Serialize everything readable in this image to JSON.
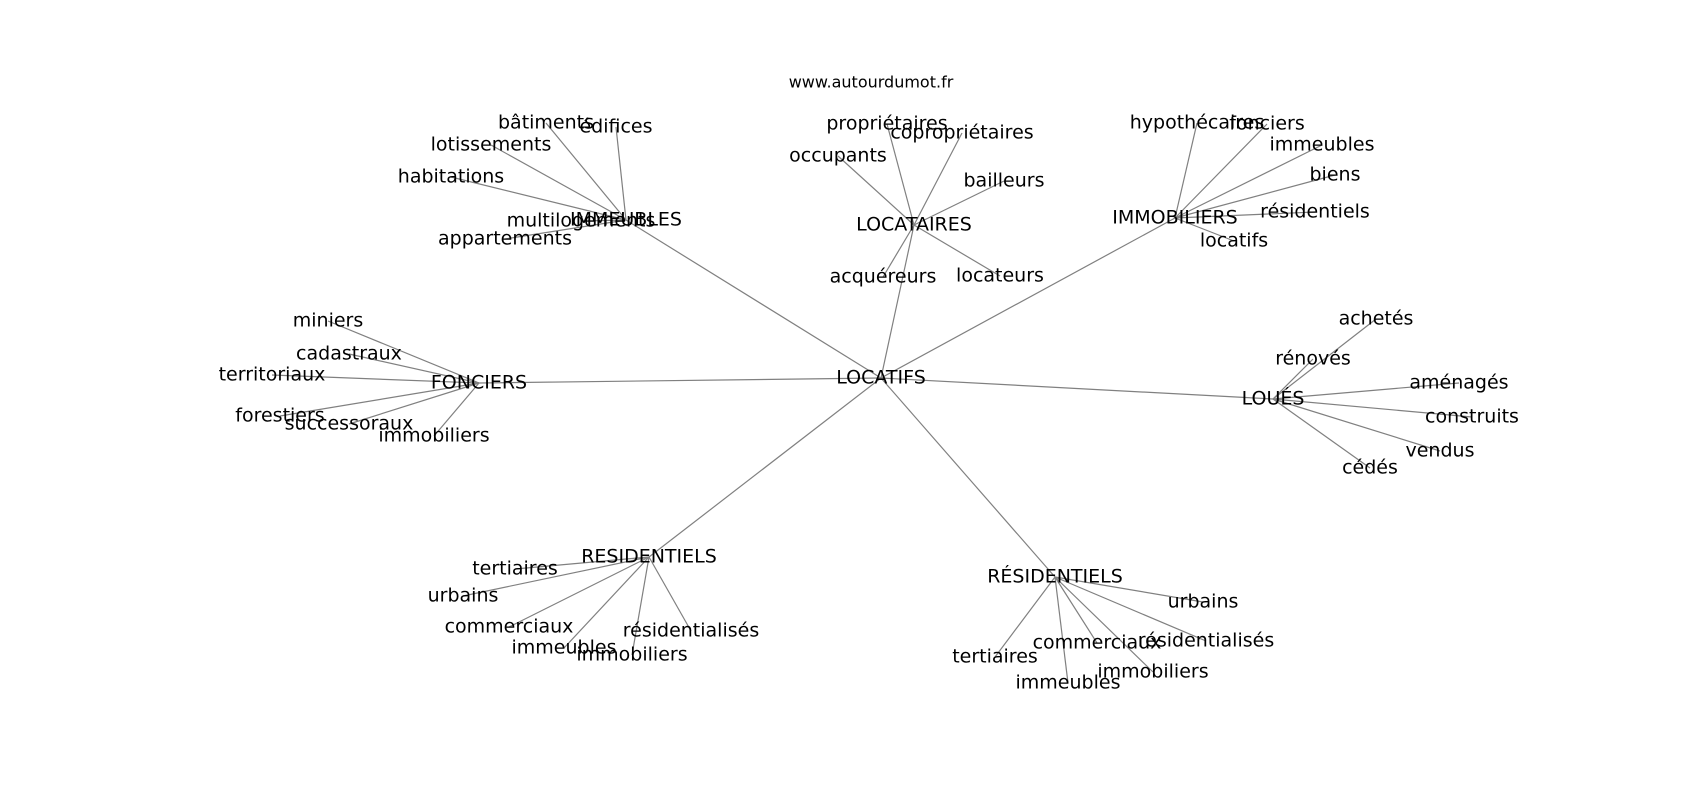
{
  "source": "www.autourdumot.fr",
  "graph": {
    "root": "LOCATIFS",
    "branches": [
      {
        "label": "IMMEUBLES",
        "children": [
          "bâtiments",
          "édifices",
          "lotissements",
          "habitations",
          "multilogements",
          "appartements"
        ]
      },
      {
        "label": "LOCATAIRES",
        "children": [
          "propriétaires",
          "copropriétaires",
          "occupants",
          "bailleurs",
          "acquéreurs",
          "locateurs"
        ]
      },
      {
        "label": "IMMOBILIERS",
        "children": [
          "hypothécaires",
          "fonciers",
          "immeubles",
          "biens",
          "résidentiels",
          "locatifs"
        ]
      },
      {
        "label": "FONCIERS",
        "children": [
          "miniers",
          "cadastraux",
          "territoriaux",
          "forestiers",
          "successoraux",
          "immobiliers"
        ]
      },
      {
        "label": "LOUÉS",
        "children": [
          "achetés",
          "rénovés",
          "aménagés",
          "construits",
          "vendus",
          "cédés"
        ]
      },
      {
        "label": "RESIDENTIELS",
        "children": [
          "tertiaires",
          "urbains",
          "commerciaux",
          "immeubles",
          "immobiliers",
          "résidentialisés"
        ]
      },
      {
        "label": "RÉSIDENTIELS",
        "children": [
          "urbains",
          "commerciaux",
          "résidentialisés",
          "tertiaires",
          "immobiliers",
          "immeubles"
        ]
      }
    ]
  }
}
